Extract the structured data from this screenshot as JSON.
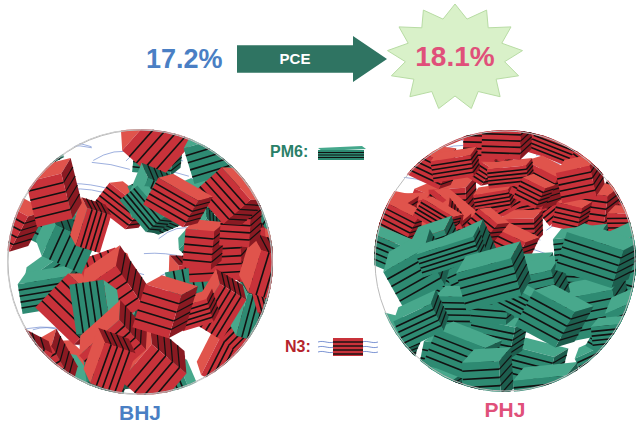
{
  "diagram": {
    "nodes": [
      {
        "text": [
          "PCE"
        ]
      },
      {
        "text": [
          "18.1%"
        ]
      },
      {
        "text": [
          "BHJ"
        ]
      },
      {
        "text": [
          "PHJ"
        ]
      }
    ],
    "labels": [
      "17.2%",
      "PM6:",
      "N3:"
    ]
  }
}
